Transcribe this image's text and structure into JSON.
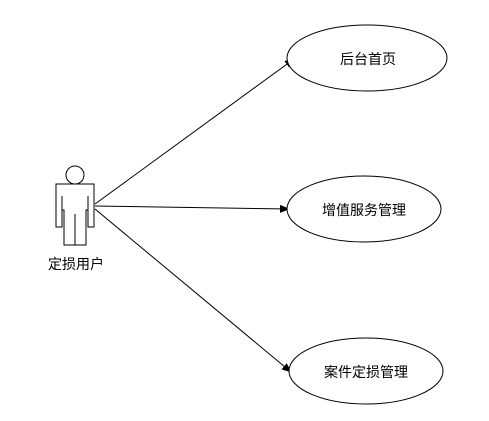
{
  "diagram": {
    "actor": {
      "name": "定损用户"
    },
    "use_cases": [
      {
        "label": "后台首页"
      },
      {
        "label": "增值服务管理"
      },
      {
        "label": "案件定损管理"
      }
    ],
    "colors": {
      "stroke": "#000000",
      "fill": "#ffffff"
    }
  }
}
